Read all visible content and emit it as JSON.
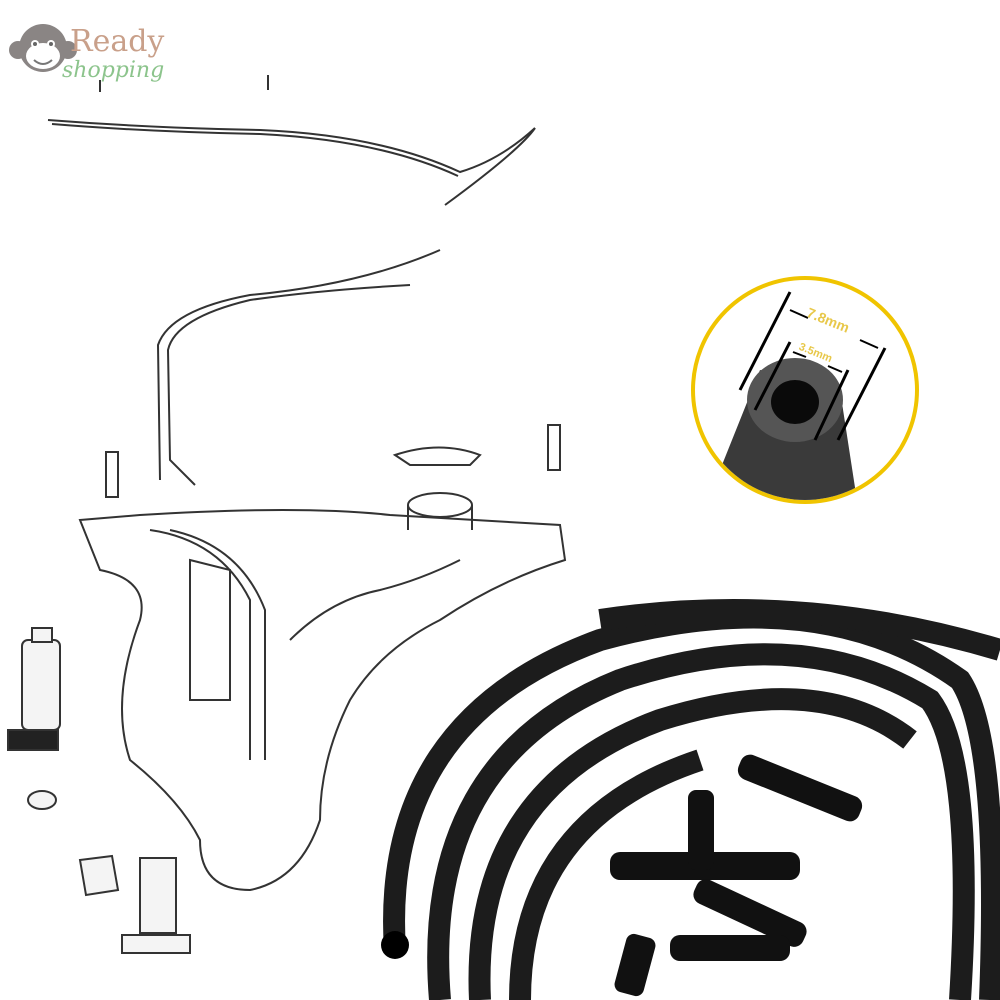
{
  "logo": {
    "brand_line1": "Ready",
    "brand_line2": "shopping",
    "icon": "monkey-face-icon"
  },
  "dimensions": {
    "outer_diameter": "7.8mm",
    "inner_diameter": "3.5mm",
    "callout_ring_color": "#f0c400"
  },
  "colors": {
    "hose": "#1c1c1c",
    "diagram_line": "#333333",
    "logo_ready": "#c9a08a",
    "logo_shopping": "#8cc48c"
  }
}
